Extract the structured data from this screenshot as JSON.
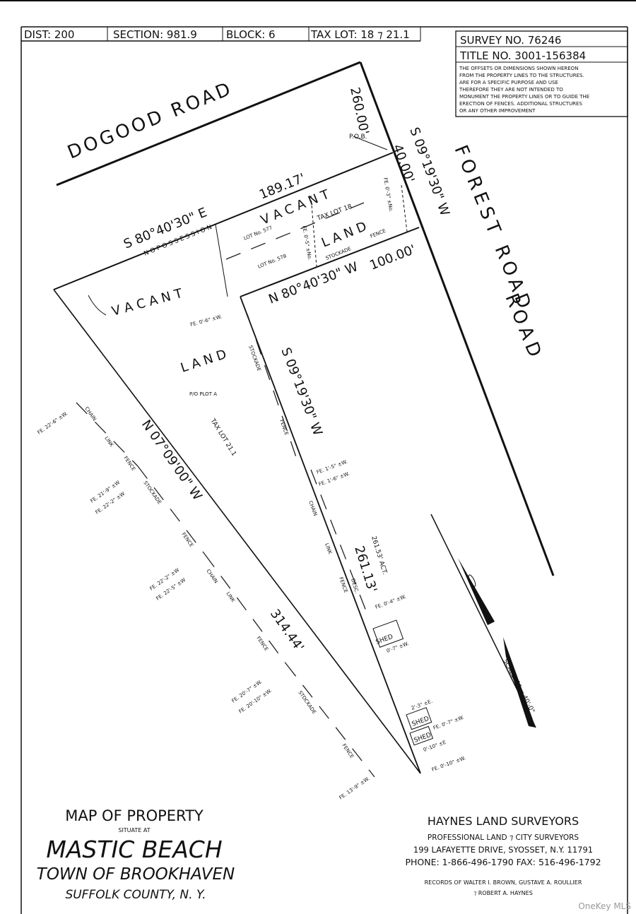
{
  "header": {
    "dist": "DIST: 200",
    "section": "SECTION: 981.9",
    "block": "BLOCK: 6",
    "tax_lot": "TAX LOT: 18 ⁊ 21.1"
  },
  "survey_box": {
    "survey_no": "SURVEY NO. 76246",
    "title_no": "TITLE NO. 3001-156384",
    "note_lines": [
      "THE OFFSETS OR DIMENSIONS SHOWN HEREON",
      "FROM THE PROPERTY LINES TO THE STRUCTURES.",
      "ARE FOR A SPECIFIC PURPOSE AND USE",
      "THEREFORE THEY ARE NOT INTENDED TO",
      "MONUMENT THE PROPERTY LINES OR TO GUIDE THE",
      "ERECTION OF FENCES. ADDITIONAL STRUCTURES",
      "OR ANY OTHER IMPROVEMENT"
    ]
  },
  "map": {
    "road_north": "DOGOOD ROAD",
    "road_east": "FOREST ROAD",
    "pob": "P.O.B.",
    "dim_260": "260.00'",
    "bearing_east_short": "S 09°19'30\" W",
    "dim_40": "40.00'",
    "bearing_north": "S 80°40'30\" E",
    "dim_189": "189.17'",
    "no_possession": "N O   P O S S E S S I O N",
    "vacant_1": "V A C A N T",
    "tax_lot_18": "TAX LOT 18",
    "lot_577": "LOT No. 577",
    "lot_578": "LOT No. 578",
    "land_1": "L A N D",
    "stockade_fence_1": "STOCKADE",
    "fence_1": "FENCE",
    "fe_03": "FE. 0'-3\" ±No.",
    "fe_05": "FE. 0'-5\" ±No.",
    "bearing_mid": "N 80°40'30\" W",
    "dim_100": "100.00'",
    "vacant_2": "V A C A N T",
    "fe_06": "FE. 0'-6\" ±W.",
    "land_2": "L A N D",
    "plot_a": "P/O PLOT A",
    "tax_lot_21": "TAX LOT 21.1",
    "bearing_lot_east": "S 09°19'30\" W",
    "bearing_west": "N 07°09'00\" W",
    "dim_314": "314.44'",
    "dim_261_act": "261.53' ACT.",
    "dim_261_desc": "261.13'",
    "desc": "DESC.",
    "fence_labels": {
      "stockade": "STOCKADE",
      "fence": "FENCE",
      "chain": "CHAIN",
      "link": "LINK"
    },
    "fe_15": "FE. 1'-5\" ±W.",
    "fe_16": "FE. 1'-6\" ±W.",
    "fe_04": "FE. 0'-4\" ±W.",
    "shed": "SHED",
    "off_07": "0'-7\" ±W.",
    "off_23": "2'-3\" ±E.",
    "fe_07": "FE. 0'-7\" ±W.",
    "off_010": "0'-10\" ±E",
    "fe_010": "FE. 0'-10\" ±W.",
    "fe_226": "FE. 22'-6\" ±W.",
    "fe_219": "FE. 21'-9\" ±W",
    "fe_222a": "FE. 22'-2\" ±W",
    "fe_222b": "FE. 22'-2\" ±W",
    "fe_225": "FE. 22'-5\" ±W",
    "fe_207": "FE. 20'-7\" ±W.",
    "fe_2010": "FE. 20'-10\" ±W.",
    "fe_139": "FE. 13'-9\" ±W.",
    "scale": "SCALE: 1\" = 40'-0\""
  },
  "title_block": {
    "map_of": "MAP OF PROPERTY",
    "situate": "SITUATE AT",
    "place": "MASTIC BEACH",
    "town": "TOWN OF BROOKHAVEN",
    "county": "SUFFOLK COUNTY, N. Y."
  },
  "surveyor": {
    "name": "HAYNES LAND SURVEYORS",
    "subtitle": "PROFESSIONAL LAND ⁊ CITY SURVEYORS",
    "address": "199 LAFAYETTE DRIVE, SYOSSET, N.Y. 11791",
    "phone": "PHONE: 1-866-496-1790 FAX: 516-496-1792",
    "records_1": "RECORDS OF WALTER I. BROWN, GUSTAVE A. ROULLIER",
    "records_2": "⁊ ROBERT A. HAYNES"
  },
  "watermark": "OneKey MLS"
}
